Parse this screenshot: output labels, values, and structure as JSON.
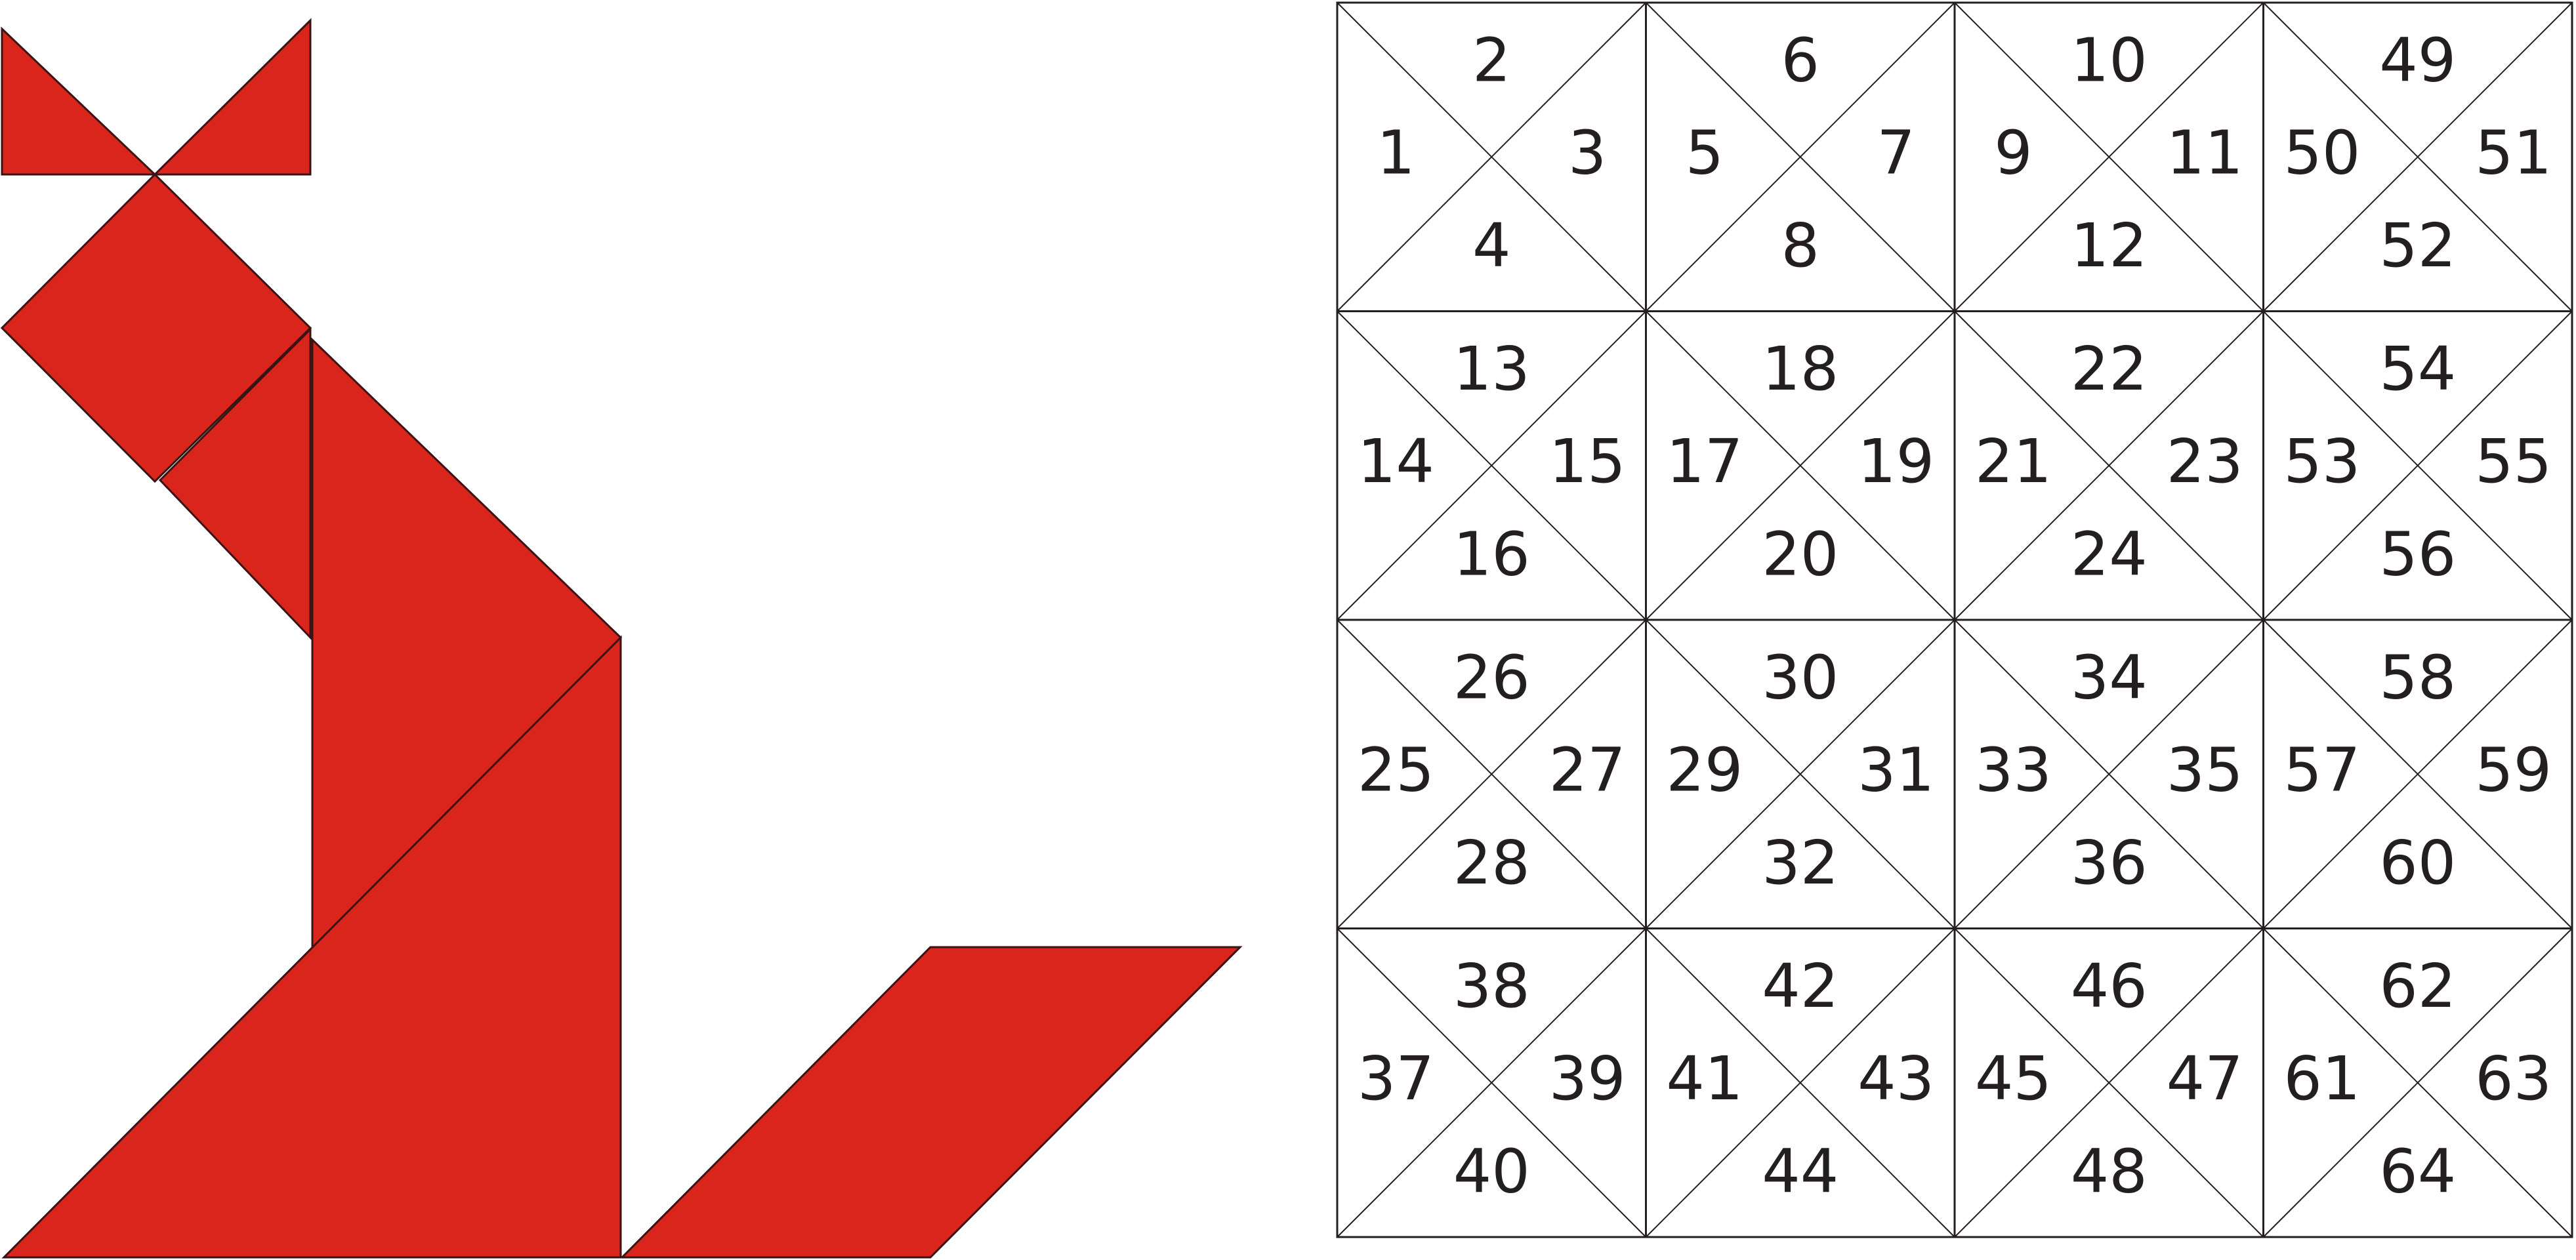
{
  "colors": {
    "tangram_fill": "#d9251c",
    "tangram_stroke": "#3a1414",
    "grid_line": "#231f20",
    "number_text": "#231f20",
    "background": "#ffffff"
  },
  "grid": {
    "rows": 4,
    "cols": 4,
    "cells": [
      [
        "1",
        "2",
        "3",
        "4"
      ],
      [
        "5",
        "6",
        "7",
        "8"
      ],
      [
        "9",
        "10",
        "11",
        "12"
      ],
      [
        "50",
        "49",
        "51",
        "52"
      ],
      [
        "14",
        "13",
        "15",
        "16"
      ],
      [
        "17",
        "18",
        "19",
        "20"
      ],
      [
        "21",
        "22",
        "23",
        "24"
      ],
      [
        "53",
        "54",
        "55",
        "56"
      ],
      [
        "25",
        "26",
        "27",
        "28"
      ],
      [
        "29",
        "30",
        "31",
        "32"
      ],
      [
        "33",
        "34",
        "35",
        "36"
      ],
      [
        "57",
        "58",
        "59",
        "60"
      ],
      [
        "37",
        "38",
        "39",
        "40"
      ],
      [
        "41",
        "42",
        "43",
        "44"
      ],
      [
        "45",
        "46",
        "47",
        "48"
      ],
      [
        "61",
        "62",
        "63",
        "64"
      ]
    ]
  }
}
